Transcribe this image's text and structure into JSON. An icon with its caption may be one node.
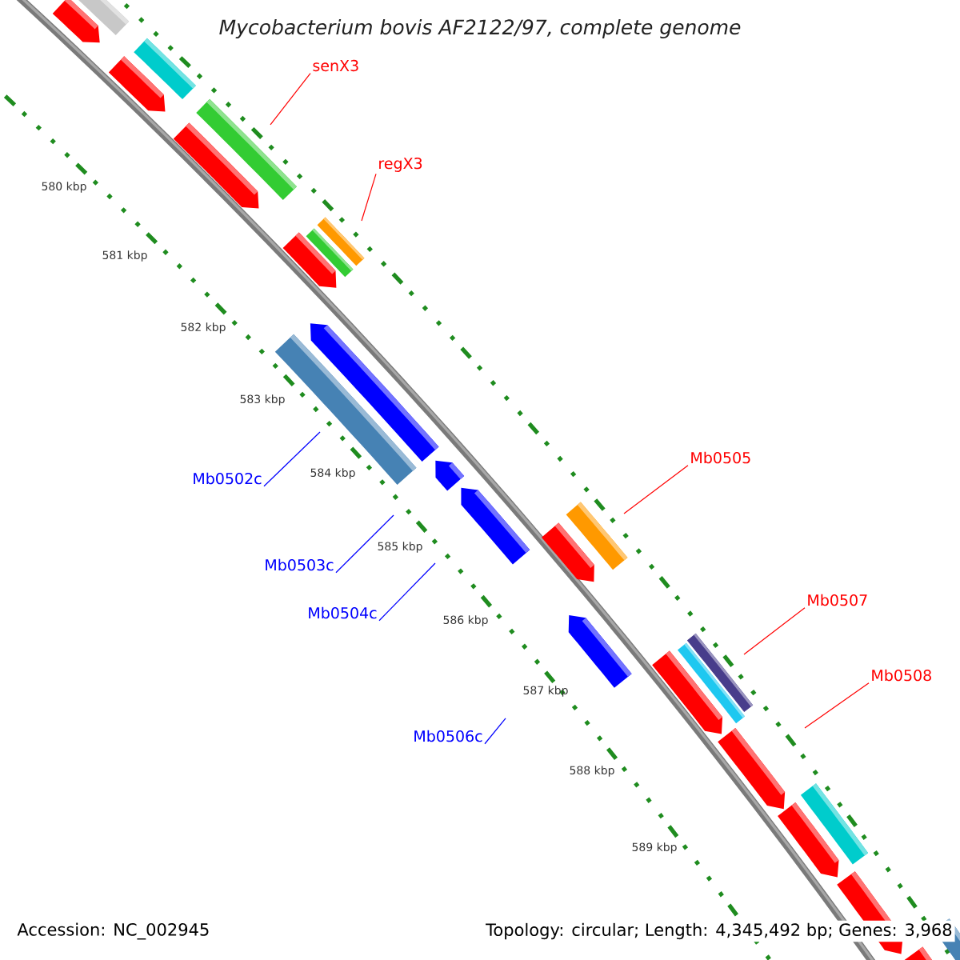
{
  "diagram": {
    "title": "Mycobacterium bovis AF2122/97, complete genome",
    "nodes": [
      {
        "text": [
          "senX3"
        ]
      },
      {
        "text": [
          "regX3"
        ]
      },
      {
        "text": [
          "Mb0505"
        ]
      },
      {
        "text": [
          "Mb0502c"
        ]
      },
      {
        "text": [
          "Mb0503c"
        ]
      },
      {
        "text": [
          "Mb0507"
        ]
      },
      {
        "text": [
          "Mb0504c"
        ]
      },
      {
        "text": [
          "Mb0508"
        ]
      },
      {
        "text": [
          "Mb0506c"
        ]
      }
    ],
    "edges": [
      {
        "from": 0,
        "to": null,
        "arrow": "none"
      },
      {
        "from": 1,
        "to": null,
        "arrow": "none"
      },
      {
        "from": 2,
        "to": null,
        "arrow": "none"
      },
      {
        "from": 3,
        "to": null,
        "arrow": "none",
        "color": "#0000ff"
      },
      {
        "from": 4,
        "to": null,
        "arrow": "none",
        "color": "#0000ff"
      },
      {
        "from": 5,
        "to": null,
        "arrow": "none"
      },
      {
        "from": 6,
        "to": null,
        "arrow": "none",
        "color": "#0000ff"
      },
      {
        "from": 7,
        "to": null,
        "arrow": "none"
      },
      {
        "from": 8,
        "to": null,
        "arrow": "none",
        "color": "#0000ff"
      }
    ],
    "labels": [
      "580 kbp",
      "581 kbp",
      "582 kbp",
      "583 kbp",
      "584 kbp",
      "585 kbp",
      "586 kbp",
      "587 kbp",
      "588 kbp",
      "589 kbp",
      "Accession: NC_002945",
      "Topology: circular; Length: 4,345,492 bp; Genes: 3,968"
    ]
  }
}
